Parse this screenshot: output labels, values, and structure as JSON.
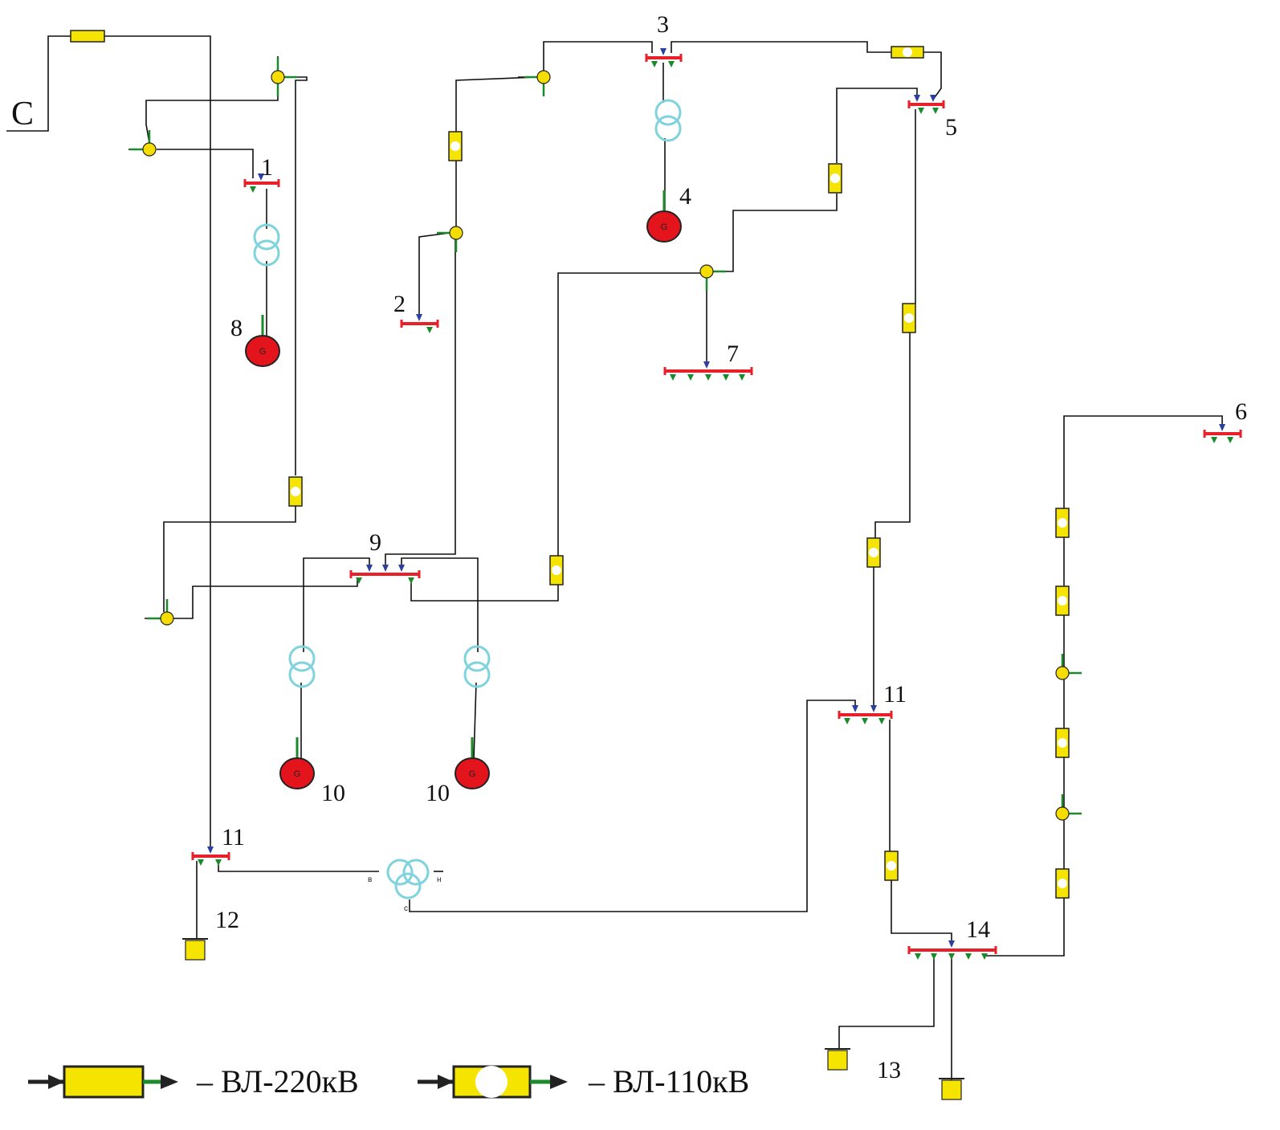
{
  "source_label": "C",
  "labels": {
    "bus1": "1",
    "bus2": "2",
    "bus3": "3",
    "gen4": "4",
    "bus5": "5",
    "bus6": "6",
    "bus7": "7",
    "gen8": "8",
    "bus9": "9",
    "gen10a": "10",
    "gen10b": "10",
    "bus11a": "11",
    "bus11b": "11",
    "load12": "12",
    "load13": "13",
    "bus14": "14"
  },
  "generator_label": "G",
  "transformer_windings": {
    "high": "в",
    "low": "н",
    "mid": "с"
  },
  "legend": [
    {
      "label": "– ВЛ-220кВ",
      "type": "220kV-line"
    },
    {
      "label": "– ВЛ-110кВ",
      "type": "110kV-line"
    }
  ],
  "colors": {
    "bus": "#e8202a",
    "line_element": "#f5e400",
    "generator": "#e3141c",
    "transformer": "#7fd3dc",
    "arrow_out": "#1a8a2a",
    "arrow_in": "#2a3fa0",
    "wire": "#111111"
  }
}
